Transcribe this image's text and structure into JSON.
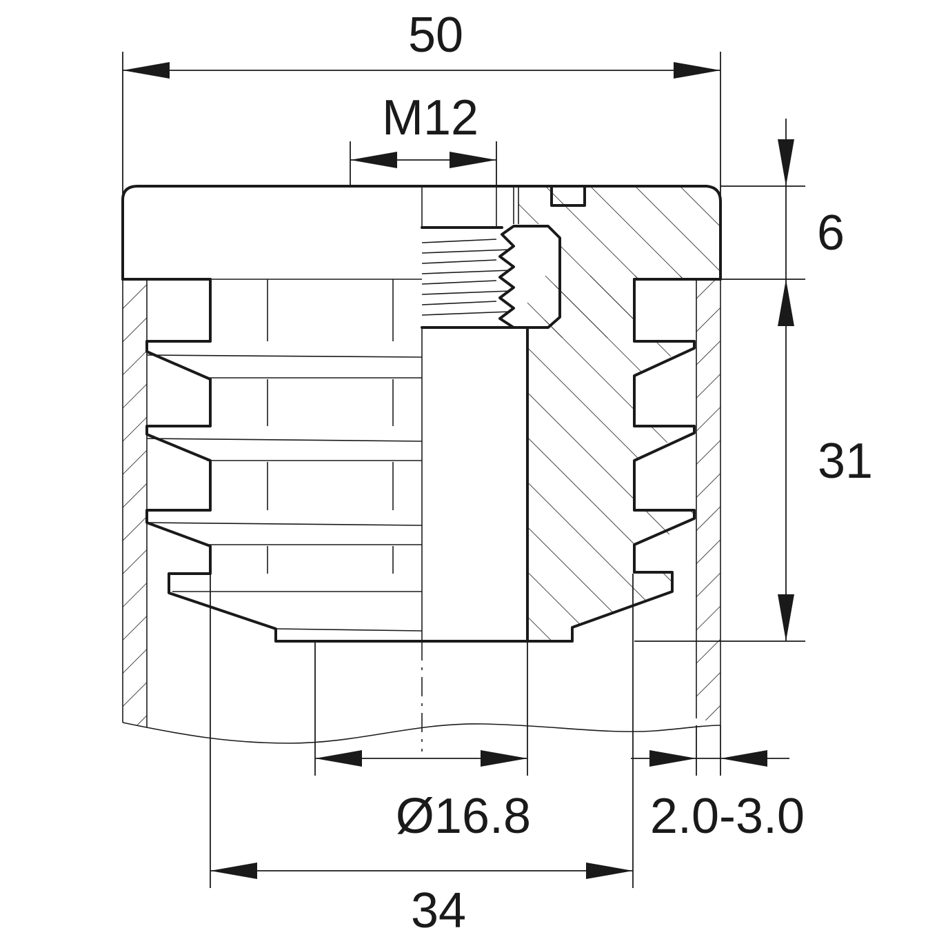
{
  "drawing": {
    "dim_total_width": "50",
    "dim_thread": "M12",
    "dim_cap_height": "6",
    "dim_insert_depth": "31",
    "dim_stem_diameter": "Ø16.8",
    "dim_wall_thickness": "2.0-3.0",
    "dim_insert_width": "34"
  },
  "colors": {
    "line": "#1a1a1a",
    "background": "#ffffff"
  }
}
